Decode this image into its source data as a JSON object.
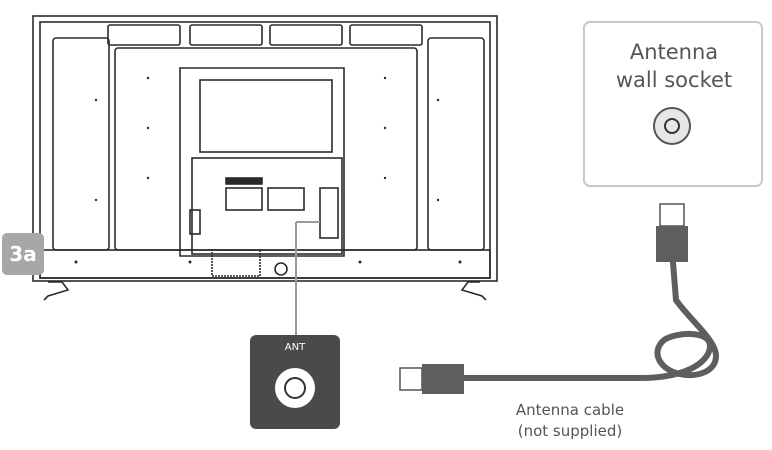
{
  "step": "3a",
  "wall_socket": {
    "title_line1": "Antenna",
    "title_line2": "wall socket"
  },
  "tv_port": {
    "label": "ANT"
  },
  "cable": {
    "label_line1": "Antenna cable",
    "label_line2": "(not supplied)"
  },
  "colors": {
    "outline": "#2b2b2b",
    "cable": "#5e5e5e",
    "badge": "#a7a7a7",
    "port_panel": "#4a4a4a",
    "port_ring": "#9a9a9a"
  },
  "icons": [
    "coax-port-icon",
    "coax-socket-icon",
    "coax-plug-icon"
  ]
}
